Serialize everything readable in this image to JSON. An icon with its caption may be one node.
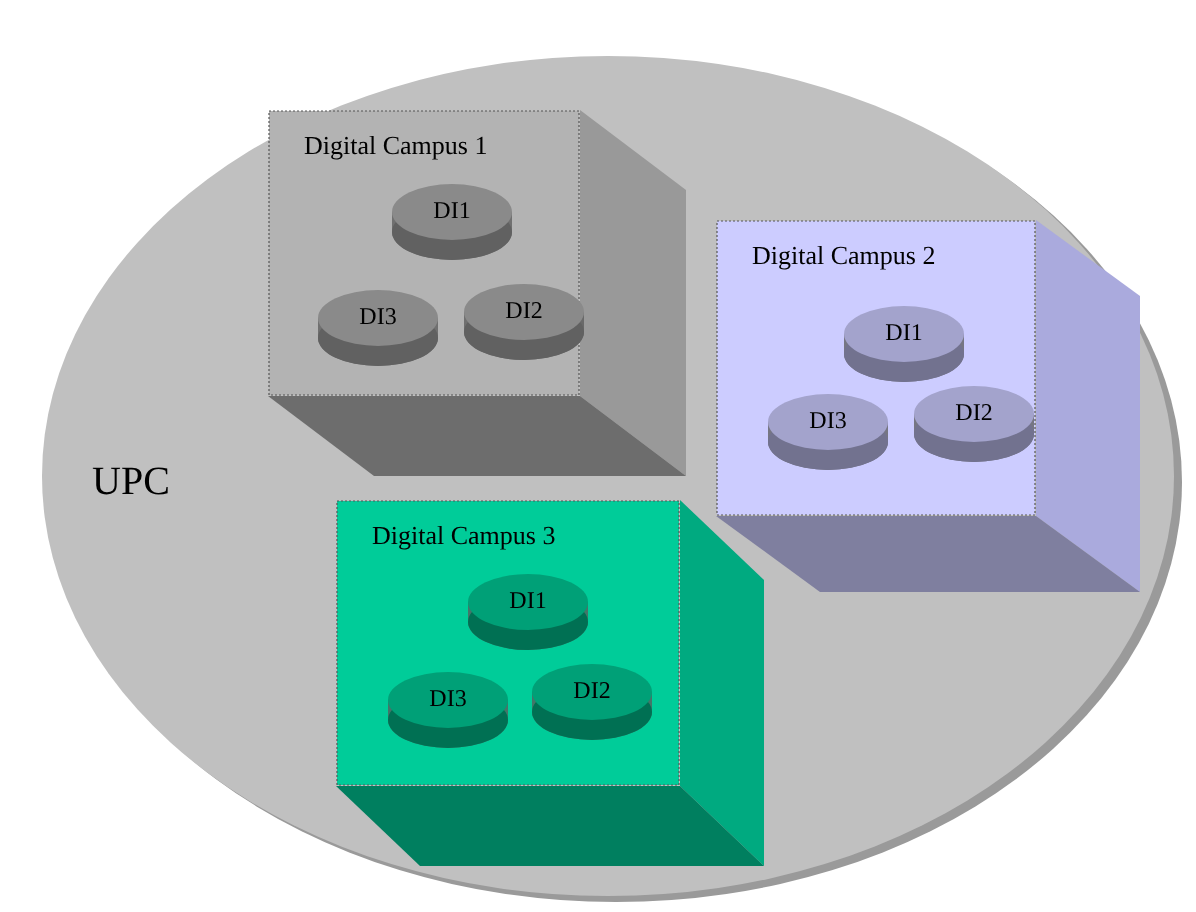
{
  "diagram": {
    "nodes": [
      {
        "text": [
          "UPC"
        ]
      },
      {
        "text": [
          "Digital Campus 1"
        ],
        "in": 0
      },
      {
        "text": [
          "DI1"
        ],
        "in": 1
      },
      {
        "text": [
          "DI3"
        ],
        "in": 1
      },
      {
        "text": [
          "DI2"
        ],
        "in": 1
      },
      {
        "text": [
          "Digital Campus 2"
        ],
        "in": 0
      },
      {
        "text": [
          "DI1"
        ],
        "in": 5
      },
      {
        "text": [
          "DI3"
        ],
        "in": 5
      },
      {
        "text": [
          "DI2"
        ],
        "in": 5
      },
      {
        "text": [
          "Digital Campus 3"
        ],
        "in": 0
      },
      {
        "text": [
          "DI1"
        ],
        "in": 9
      },
      {
        "text": [
          "DI3"
        ],
        "in": 9
      },
      {
        "text": [
          "DI2"
        ],
        "in": 9
      }
    ]
  }
}
